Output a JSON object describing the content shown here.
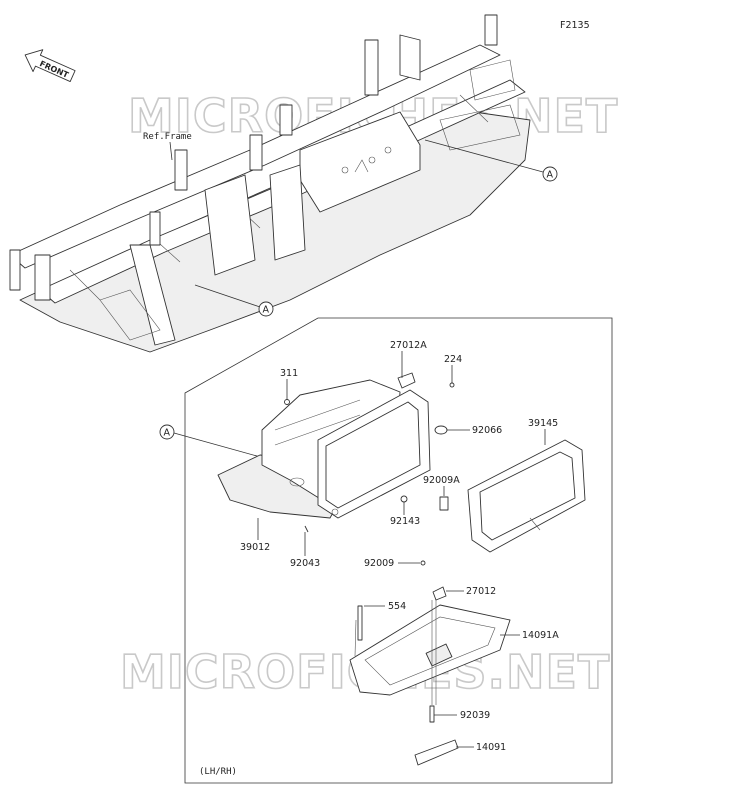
{
  "figure_code": "F2135",
  "front_label": "FRONT",
  "watermark": "MICROFICHES.NET",
  "frame_ref_label": "Ref.Frame",
  "callout_letter": "A",
  "variant_note": "(LH/RH)",
  "parts": [
    {
      "id": "p-27012a",
      "label": "27012A"
    },
    {
      "id": "p-224",
      "label": "224"
    },
    {
      "id": "p-311",
      "label": "311"
    },
    {
      "id": "p-39145",
      "label": "39145"
    },
    {
      "id": "p-92066",
      "label": "92066"
    },
    {
      "id": "p-92009a",
      "label": "92009A"
    },
    {
      "id": "p-92143",
      "label": "92143"
    },
    {
      "id": "p-39012",
      "label": "39012"
    },
    {
      "id": "p-92043",
      "label": "92043"
    },
    {
      "id": "p-92009",
      "label": "92009"
    },
    {
      "id": "p-27012",
      "label": "27012"
    },
    {
      "id": "p-554",
      "label": "554"
    },
    {
      "id": "p-14091a",
      "label": "14091A"
    },
    {
      "id": "p-92039",
      "label": "92039"
    },
    {
      "id": "p-14091",
      "label": "14091"
    }
  ]
}
